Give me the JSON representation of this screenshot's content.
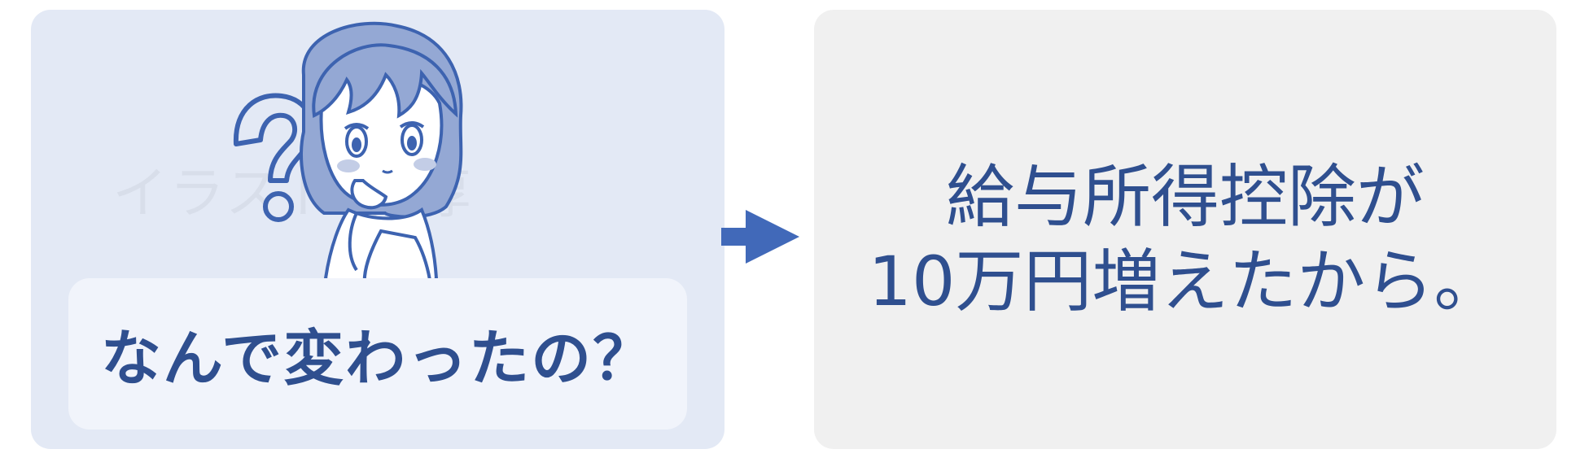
{
  "question": {
    "text": "なんで変わったの？",
    "watermark": "イラスト 名淳"
  },
  "answer": {
    "line1": "給与所得控除が",
    "line2": "10万円増えたから。"
  },
  "colors": {
    "left_card_bg": "#e3e9f5",
    "right_card_bg": "#f0f0f0",
    "text_primary": "#2f4f8f",
    "arrow": "#4169b9"
  },
  "icons": {
    "illustration": "thinking-girl-with-question-mark",
    "arrow": "arrow-right-icon"
  }
}
